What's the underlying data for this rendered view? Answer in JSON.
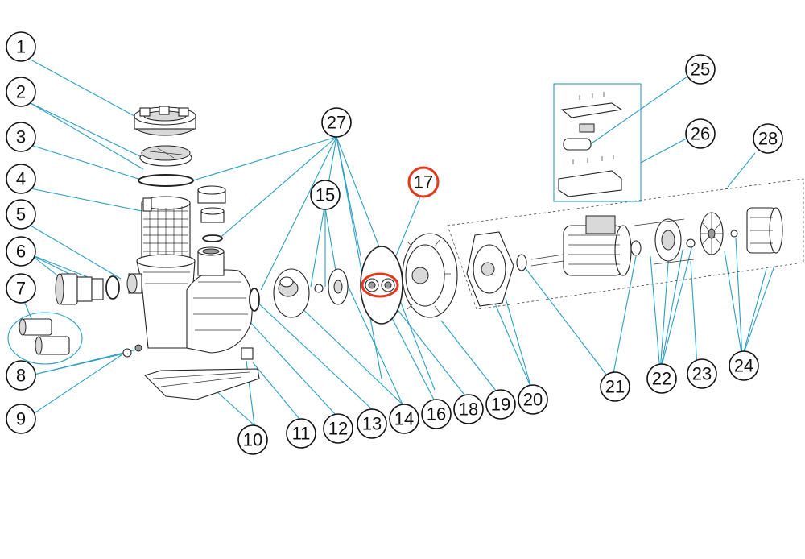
{
  "diagram": {
    "title": "Pool pump exploded parts diagram",
    "highlight_color": "#e03a1e",
    "leader_color": "#2a9fc3",
    "labels": [
      "1",
      "2",
      "3",
      "4",
      "5",
      "6",
      "7",
      "8",
      "9",
      "10",
      "11",
      "12",
      "13",
      "14",
      "15",
      "16",
      "17",
      "18",
      "19",
      "20",
      "21",
      "22",
      "23",
      "24",
      "25",
      "26",
      "27",
      "28"
    ],
    "highlighted_label": "17"
  }
}
